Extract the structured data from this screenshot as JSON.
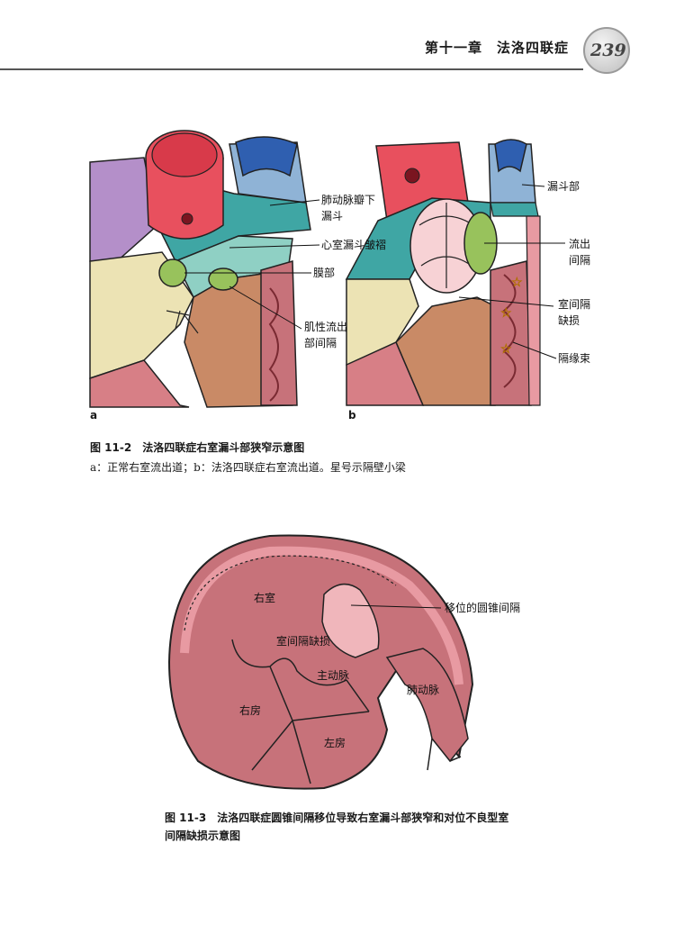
{
  "header": {
    "chapter_title": "第十一章　法洛四联症",
    "page_number": "239"
  },
  "figure_11_2": {
    "panel_a": {
      "letter": "a",
      "labels": [
        "肺动脉瓣下",
        "漏斗",
        "心室漏斗皱褶",
        "膜部",
        "肌性流出",
        "部间隔"
      ]
    },
    "panel_b": {
      "letter": "b",
      "labels": [
        "漏斗部",
        "流出",
        "间隔",
        "室间隔",
        "缺损",
        "隔缘束"
      ]
    },
    "caption_title": "图 11-2　法洛四联症右室漏斗部狭窄示意图",
    "caption_text": "a：正常右室流出道；b：法洛四联症右室流出道。星号示隔壁小梁"
  },
  "figure_11_3": {
    "labels": {
      "right_ventricle": "右室",
      "displaced_septum": "移位的圆锥间隔",
      "vsd": "室间隔缺损",
      "aorta": "主动脉",
      "pulmonary_artery": "肺动脉",
      "right_atrium": "右房",
      "left_atrium": "左房"
    },
    "caption_line1": "图 11-3　法洛四联症圆锥间隔移位导致右室漏斗部狭窄和对位不良型室",
    "caption_line2": "间隔缺损示意图"
  },
  "colors": {
    "aorta_red": "#e8505e",
    "infundibulum_blue": "#8fb3d6",
    "pa_darkblue": "#2f5fb0",
    "teal": "#3fa6a4",
    "tan": "#c98a66",
    "purple": "#b48fc9",
    "cream": "#ece3b4",
    "green": "#98c25c",
    "pink_muscle": "#d77f86",
    "rose": "#c7727a"
  }
}
